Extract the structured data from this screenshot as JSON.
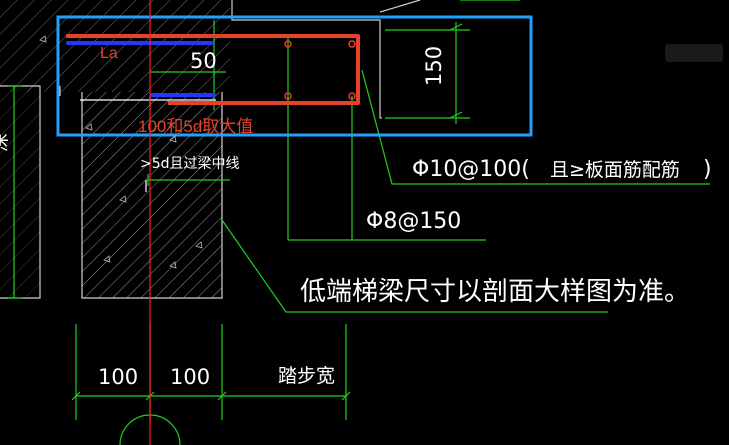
{
  "annotations": {
    "la": "La",
    "rule_100_5d": "100和5d取大值"
  },
  "labels": {
    "dim_50": "50",
    "dim_150": "150",
    "rebar_top": "Φ10@100(",
    "rebar_top_note": "且≥板面筋配筋",
    "rebar_top_close": ")",
    "rebar_bottom": "Φ8@150",
    "past_center": ">5d且过梁中线",
    "beam_note": "低端梯梁尺寸以剖面大样图为准。",
    "dim_100_left": "100",
    "dim_100_right": "100",
    "tread_width": "踏步宽",
    "left_edge": "深"
  },
  "colors": {
    "background": "#000000",
    "highlight_box": "#1fa2ff",
    "rebar_red": "#e8412a",
    "anchor_blue": "#2336ff",
    "cad_green": "#1fd11f",
    "center_line": "#ff2020",
    "text_white": "#ffffff"
  }
}
